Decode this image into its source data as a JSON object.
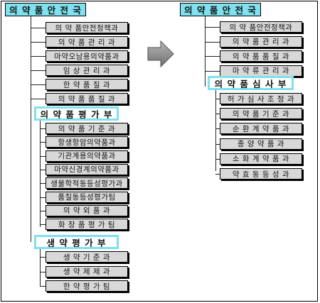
{
  "colors": {
    "header_fill": "#7fe0ee",
    "leaf_fill": "#d8d8d8",
    "arrow": "#8a8a8a"
  },
  "left": {
    "root": "의 약 품 안 전 국",
    "top_items": [
      "의 약 품안전정책과",
      "의  약  품  관  리  과",
      "마약오남용의약품과",
      "임    상    관    리    과",
      "한    약    품    질    과",
      "의  약  품  품  질  과"
    ],
    "group1": {
      "title": "의 약 품 평 가 부",
      "items": [
        "의  약  품  기  준  과",
        "항생항암의약품과",
        "기관계용의약품과",
        "마약신경계의약품과",
        "생물학적동등성평가과",
        "품질동등성평가팀",
        "의     약     외     품     과",
        "화   장   품   평   가   팀"
      ]
    },
    "group2": {
      "title": "생  약  평  가  부",
      "items": [
        "생     약     기     준     과",
        "생     약     제     제     과",
        "한     약     평     가     팀"
      ]
    }
  },
  "arrow_icon": "right-arrow",
  "right": {
    "root": "의 약 품 안 전 국",
    "top_items": [
      "의 약 품안전정책과",
      "의  약  품  관  리  과",
      "의  약  품  품  질  과",
      "마  약  류  관  리  과"
    ],
    "group1": {
      "title": "의 약 품 심 사 부",
      "items": [
        "허 가 심 사 조 정 과",
        "의  약  품  기  준  과",
        "순  환  계  약  품  과",
        "종     양     약     품     과",
        "소  화  계  약  품  과",
        "약  효  동  등  성  과"
      ]
    }
  }
}
